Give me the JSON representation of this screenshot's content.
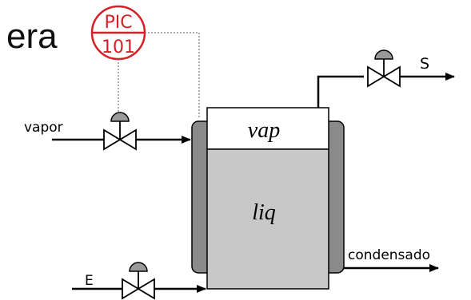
{
  "header": {
    "title_fragment": "era"
  },
  "instrument": {
    "tag_top": "PIC",
    "tag_bottom": "101",
    "color": "#d61f26"
  },
  "streams": {
    "vapor": "vapor",
    "feed": "E",
    "outlet": "S",
    "condensate": "condensado"
  },
  "vessel": {
    "vapor_label": "vap",
    "liquid_label": "liq"
  },
  "colors": {
    "liquid": "#c8c8c8",
    "jacket": "#8a8a8a",
    "line": "#000000"
  }
}
